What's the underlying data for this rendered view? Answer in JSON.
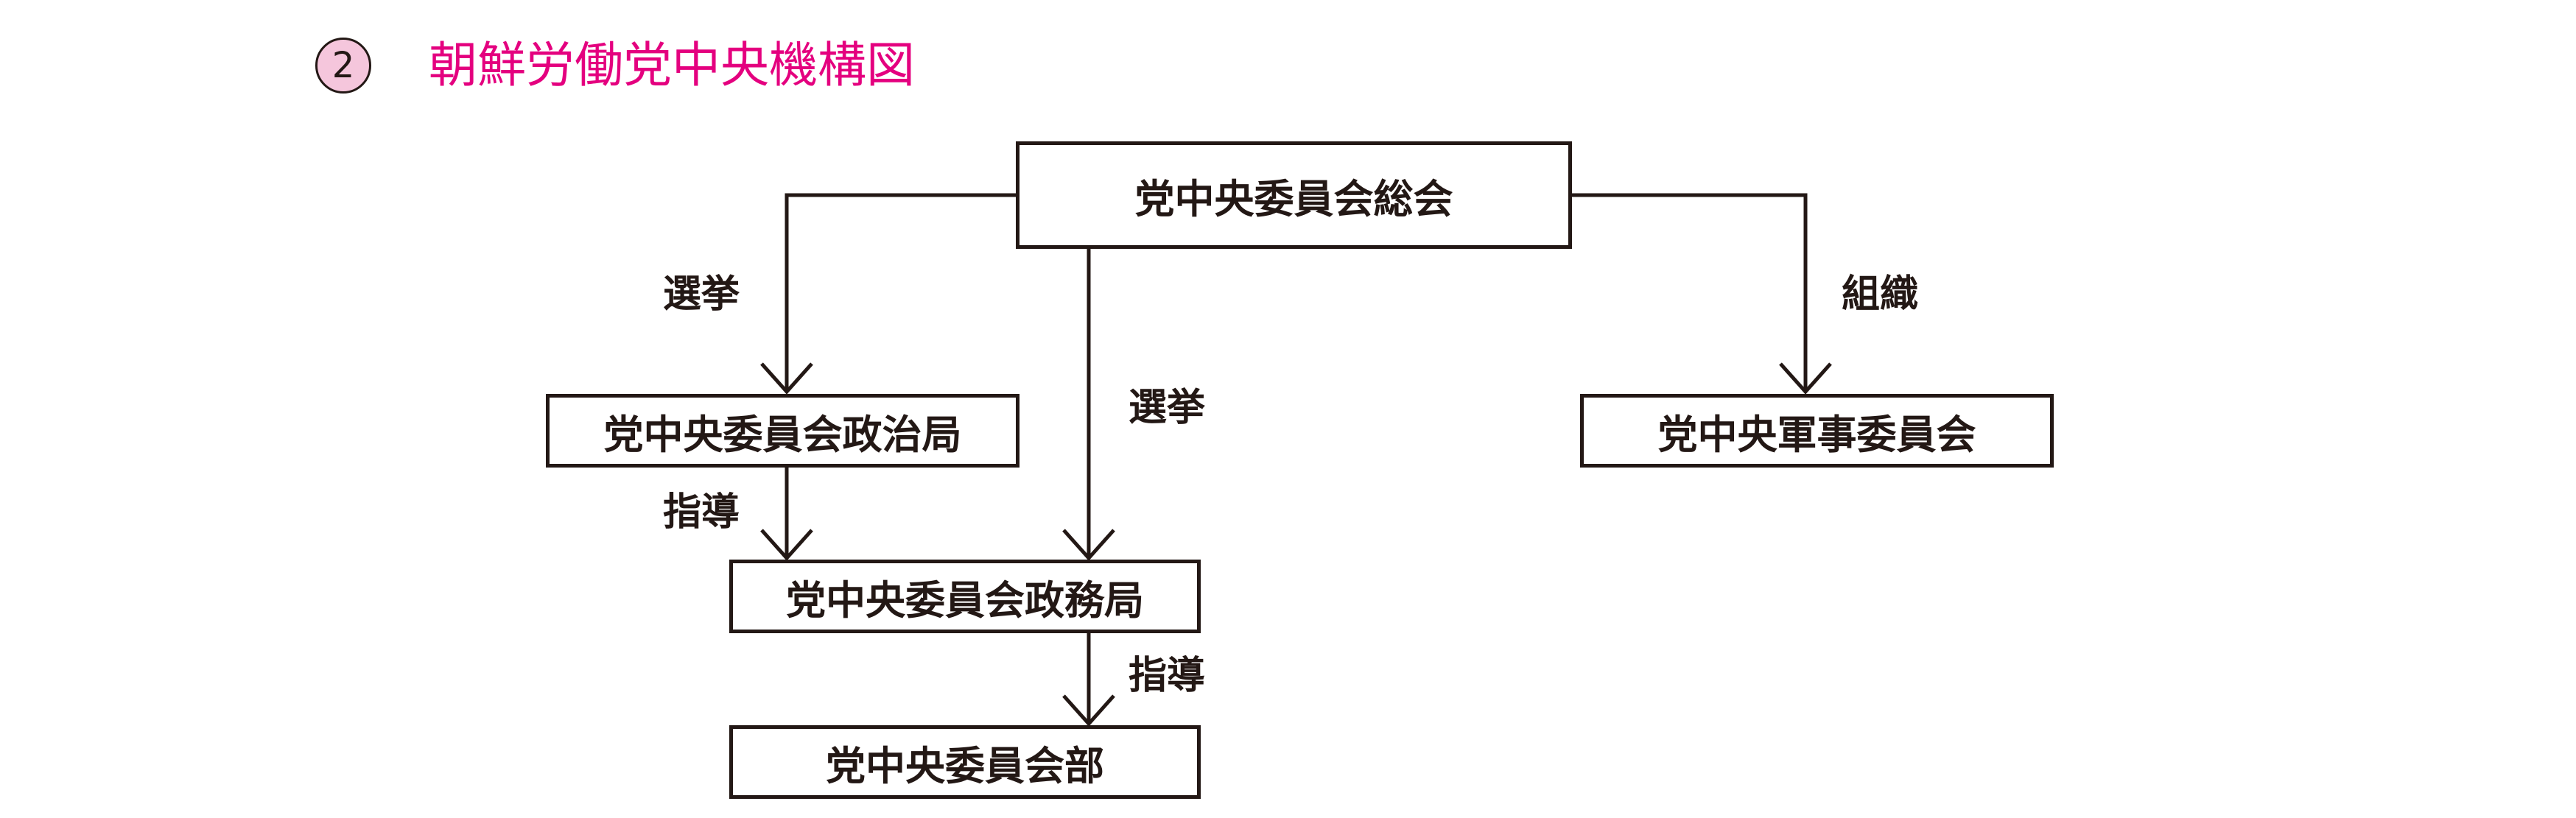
{
  "heading": {
    "number": "2",
    "title": "朝鮮労働党中央機構図"
  },
  "nodes": {
    "plenary": "党中央委員会総会",
    "politburo": "党中央委員会政治局",
    "military_commission": "党中央軍事委員会",
    "executive_policy_bureau": "党中央委員会政務局",
    "departments": "党中央委員会部"
  },
  "edge_labels": {
    "plenary_to_politburo": "選挙",
    "plenary_to_executive_policy_bureau": "選挙",
    "plenary_to_military_commission": "組織",
    "politburo_to_executive_policy_bureau": "指導",
    "executive_policy_bureau_to_departments": "指導"
  },
  "colors": {
    "heading": "#e4007f",
    "heading_number_fill": "#f5c6dc",
    "line": "#231815"
  }
}
